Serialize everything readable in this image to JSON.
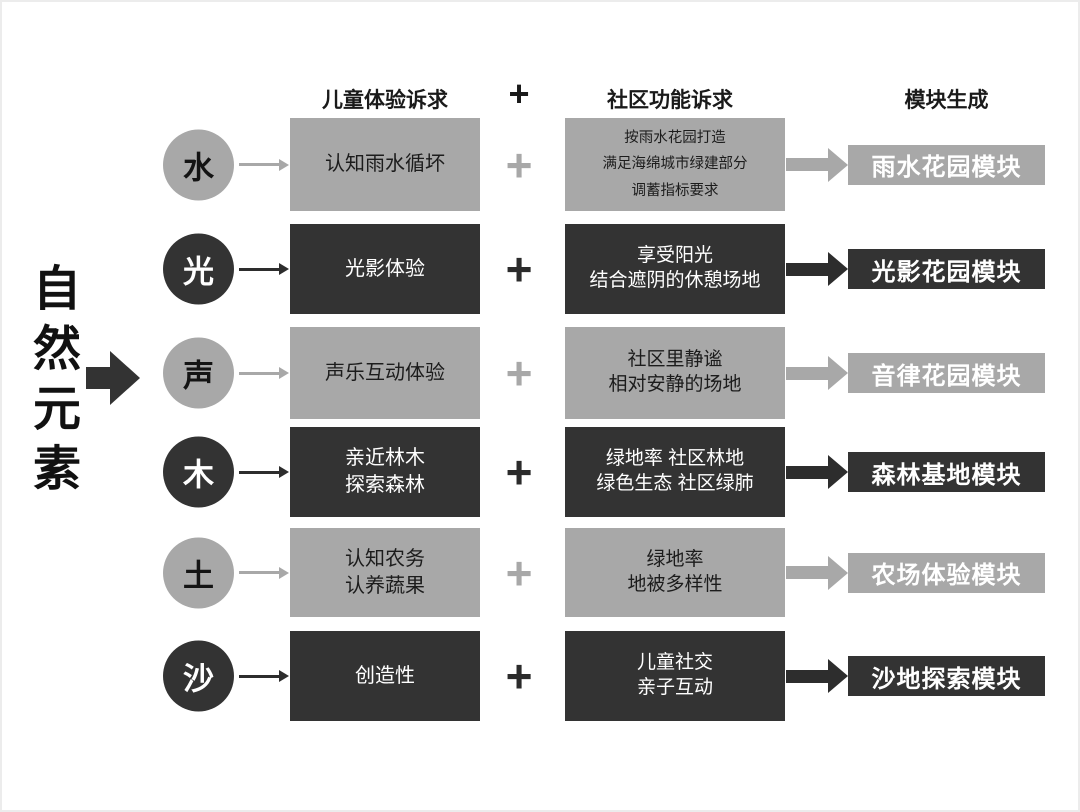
{
  "title": "自然元素",
  "plus_sign": "+",
  "headers": {
    "experience": "儿童体验诉求",
    "plus": "+",
    "community": "社区功能诉求",
    "module": "模块生成"
  },
  "colors": {
    "dark": "#333333",
    "gray": "#a8a8a8",
    "background": "#ffffff",
    "text_on_dark": "#ffffff",
    "text_on_gray": "#1c1c1c"
  },
  "rows": [
    {
      "element": "水",
      "theme": "gray",
      "experience": "认知雨水循坏",
      "community": "按雨水花园打造\n满足海绵城市绿建部分\n调蓄指标要求",
      "module": "雨水花园模块"
    },
    {
      "element": "光",
      "theme": "dark",
      "experience": "光影体验",
      "community": "享受阳光\n结合遮阴的休憩场地",
      "module": "光影花园模块"
    },
    {
      "element": "声",
      "theme": "gray",
      "experience": "声乐互动体验",
      "community": "社区里静谧\n相对安静的场地",
      "module": "音律花园模块"
    },
    {
      "element": "木",
      "theme": "dark",
      "experience": "亲近林木\n探索森林",
      "community": "绿地率 社区林地\n绿色生态 社区绿肺",
      "module": "森林基地模块"
    },
    {
      "element": "土",
      "theme": "gray",
      "experience": "认知农务\n认养蔬果",
      "community": "绿地率\n地被多样性",
      "module": "农场体验模块"
    },
    {
      "element": "沙",
      "theme": "dark",
      "experience": "创造性",
      "community": "儿童社交\n亲子互动",
      "module": "沙地探索模块"
    }
  ]
}
